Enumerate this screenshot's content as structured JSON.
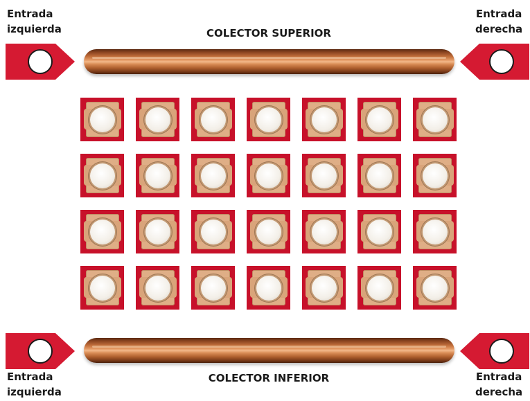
{
  "top": {
    "left_inlet": {
      "line1": "Entrada",
      "line2": "izquierda"
    },
    "right_inlet": {
      "line1": "Entrada",
      "line2": "derecha"
    },
    "collector_label": "COLECTOR SUPERIOR"
  },
  "bottom": {
    "left_inlet": {
      "line1": "Entrada",
      "line2": "izquierda"
    },
    "right_inlet": {
      "line1": "Entrada",
      "line2": "derecha"
    },
    "collector_label": "COLECTOR INFERIOR"
  },
  "colors": {
    "arrow_red": "#d51a32",
    "tile_red": "#c7112a",
    "copper": "#c3703c"
  },
  "grid": {
    "rows": 4,
    "columns": 7
  }
}
